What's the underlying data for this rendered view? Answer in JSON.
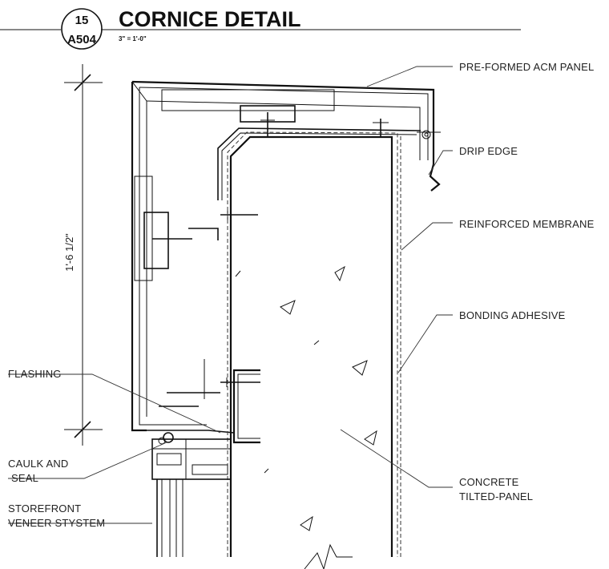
{
  "title_block": {
    "detail_number": "15",
    "sheet_number": "A504",
    "title": "CORNICE DETAIL",
    "scale": "3\" = 1'-0\""
  },
  "dimension": {
    "label": "1'-6 1/2\""
  },
  "callouts": {
    "acm_panel": "PRE-FORMED ACM PANEL",
    "drip_edge": "DRIP EDGE",
    "membrane": "REINFORCED MEMBRANE",
    "adhesive": "BONDING ADHESIVE",
    "flashing": "FLASHING",
    "caulk_line1": "CAULK AND",
    "caulk_line2": "SEAL",
    "storefront_line1": "STOREFRONT",
    "storefront_line2": "VENEER STYSTEM",
    "concrete_line1": "CONCRETE",
    "concrete_line2": "TILTED-PANEL"
  }
}
